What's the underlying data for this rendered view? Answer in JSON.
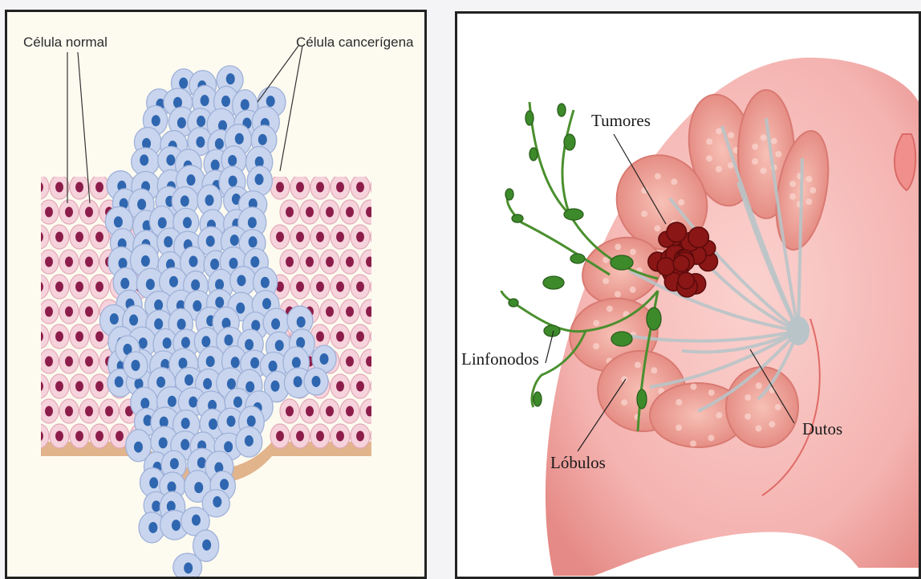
{
  "left_diagram": {
    "label_normal_cell": "Célula normal",
    "label_cancer_cell": "Célula cancerígena",
    "colors": {
      "background": "#fdfbf0",
      "normal_cell_fill": "#f6d3dc",
      "normal_cell_nucleus": "#8c1d4a",
      "cancer_cell_fill": "#c9d5ee",
      "cancer_cell_nucleus": "#2f66b0",
      "basement_membrane": "#e2b48c"
    }
  },
  "right_diagram": {
    "label_tumors": "Tumores",
    "label_lymph_nodes": "Linfonodos",
    "label_lobules": "Lóbulos",
    "label_ducts": "Dutos",
    "colors": {
      "breast_skin": "#f4b3b0",
      "lobule": "#e98f86",
      "tumor": "#8a1616",
      "lymph_node": "#3d8a2a",
      "duct": "#b8c4c8"
    }
  }
}
